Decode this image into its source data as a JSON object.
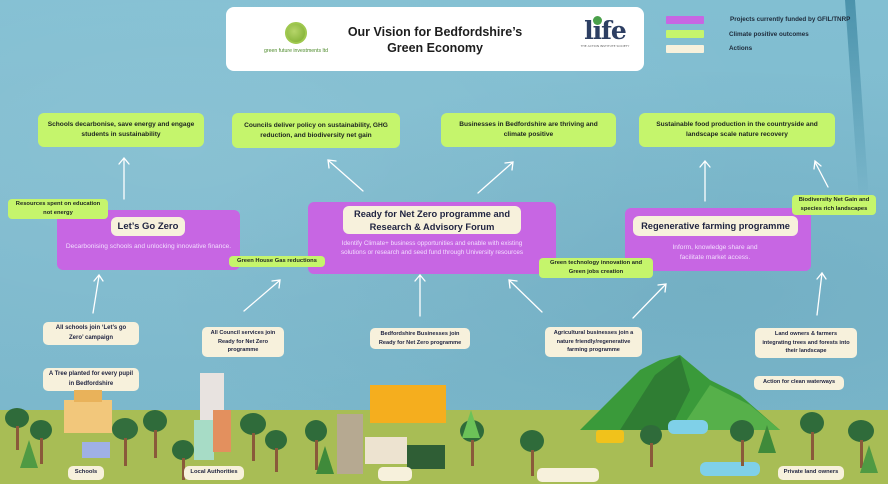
{
  "header": {
    "title_line1": "Our Vision for Bedfordshire’s",
    "title_line2": "Green Economy",
    "left_logo_text": "green future investments ltd",
    "right_logo_text": "life",
    "right_logo_tagline": "THE ACTION INSTITUTE SOCIETY"
  },
  "legend": [
    {
      "label": "Projects currently funded by GFIL/TNRP",
      "color": "#c766e3"
    },
    {
      "label": "Climate positive outcomes",
      "color": "#c5f56c"
    },
    {
      "label": "Actions",
      "color": "#f7f1dc"
    }
  ],
  "outcomes": [
    "Schools decarbonise, save energy and engage students in sustainability",
    "Councils deliver policy on sustainability, GHG reduction, and biodiversity net gain",
    "Businesses in Bedfordshire are thriving and climate positive",
    "Sustainable food production in the countryside and landscape scale nature recovery"
  ],
  "programmes": [
    {
      "title": "Let’s Go Zero",
      "description": "Decarbonising schools and unlocking innovative finance."
    },
    {
      "title_line1": "Ready for Net Zero programme and",
      "title_line2": "Research & Advisory Forum",
      "description": "Identify Climate+ business opportunities and enable with existing solutions or research and seed fund through University resources"
    },
    {
      "title": "Regenerative farming programme",
      "description": "Inform, knowledge share and facilitate market access."
    }
  ],
  "side_outcomes": {
    "resources": "Resources spent on education not energy",
    "ghg": "Green House Gas reductions",
    "green_tech": "Green technology innovation and Green jobs creation",
    "biodiversity": "Biodiversity Net Gain and species rich landscapes"
  },
  "actions": {
    "schools_join": "All schools join ‘Let’s go Zero’ campaign",
    "tree_planted": "A Tree planted for every pupil in Bedfordshire",
    "councils_join": "All Council services join Ready for Net Zero programme",
    "businesses_join": "Bedfordshire Businesses join Ready for Net Zero programme",
    "agri_join": "Agricultural businesses join a nature friendly/regenerative farming programme",
    "landowners": "Land owners & farmers integrating trees and forests into their landscape",
    "waterways": "Action for clean waterways"
  },
  "stakeholders": {
    "schools": "Schools",
    "local_authorities": "Local Authorities",
    "businesses": "",
    "farmers": "",
    "private_land_owners": "Private land owners"
  }
}
